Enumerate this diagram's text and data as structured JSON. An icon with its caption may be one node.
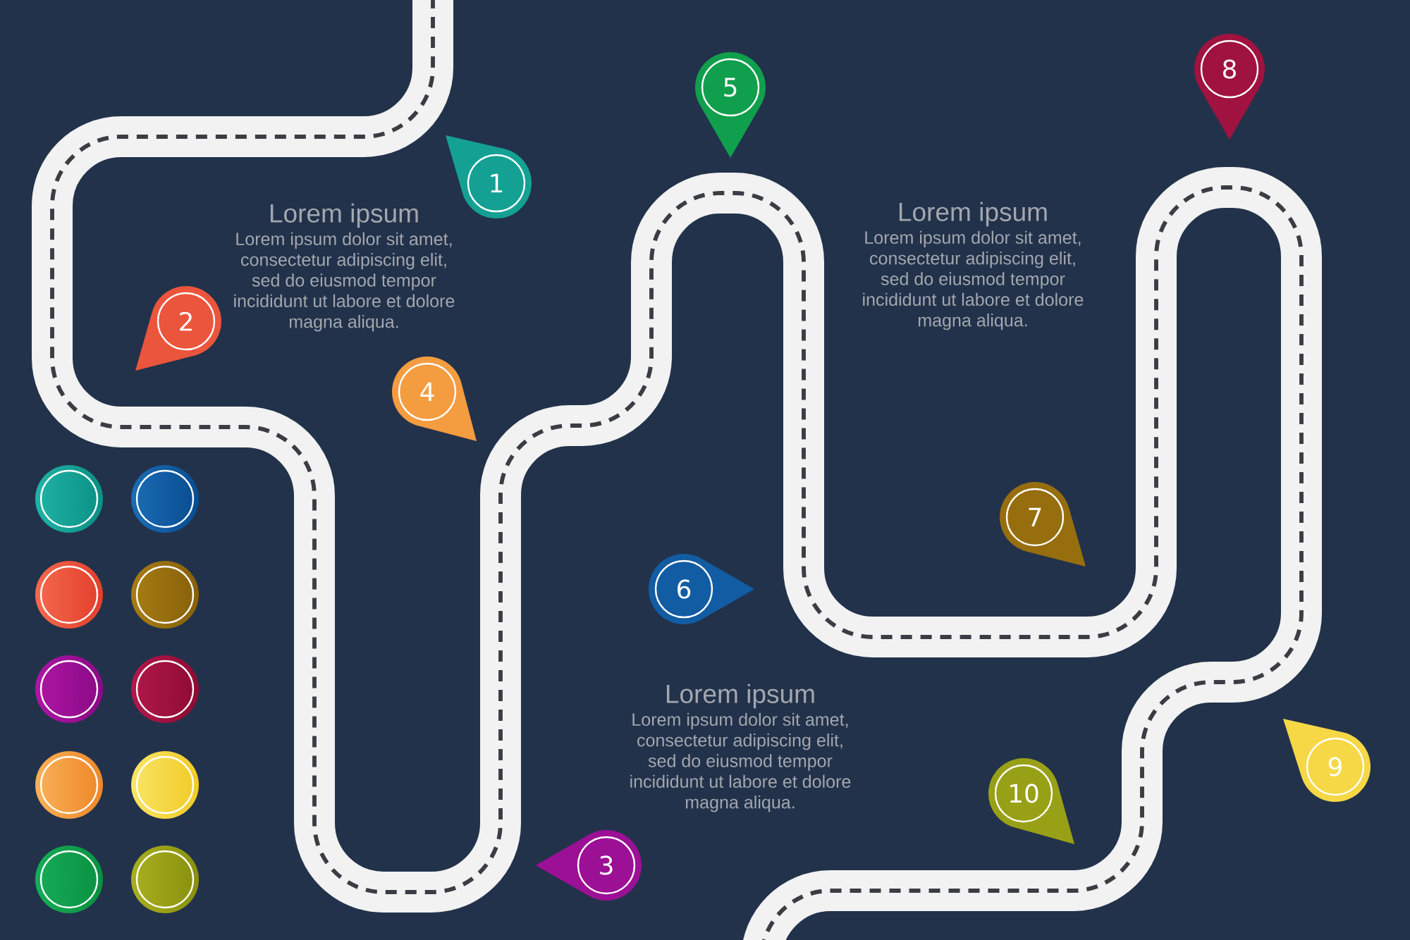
{
  "diagram": {
    "nodes": [
      {
        "text": [
          "1"
        ]
      },
      {
        "text": [
          "2"
        ]
      },
      {
        "text": [
          "3"
        ]
      },
      {
        "text": [
          "4"
        ]
      },
      {
        "text": [
          "5"
        ]
      },
      {
        "text": [
          "6"
        ]
      },
      {
        "text": [
          "7"
        ]
      },
      {
        "text": [
          "8"
        ]
      },
      {
        "text": [
          "9"
        ]
      },
      {
        "text": [
          "10"
        ]
      },
      {
        "text": [],
        "shape": "circle"
      },
      {
        "text": [],
        "shape": "circle"
      },
      {
        "text": [],
        "shape": "circle"
      },
      {
        "text": [],
        "shape": "circle"
      },
      {
        "text": [],
        "shape": "circle"
      },
      {
        "text": [],
        "shape": "circle"
      },
      {
        "text": [],
        "shape": "circle"
      },
      {
        "text": [],
        "shape": "circle"
      },
      {
        "text": [],
        "shape": "circle"
      },
      {
        "text": [],
        "shape": "circle"
      }
    ],
    "labels": [
      "Lorem ipsum",
      "Lorem ipsum dolor sit amet, consectetur adipiscing elit, sed do eiusmod tempor incididunt ut labore et dolore magna aliqua.",
      "Lorem ipsum",
      "Lorem ipsum dolor sit amet, consectetur adipiscing elit, sed do eiusmod tempor incididunt ut labore et dolore magna aliqua.",
      "Lorem ipsum",
      "Lorem ipsum dolor sit amet, consectetur adipiscing elit, sed do eiusmod tempor incididunt ut labore et dolore magna aliqua."
    ]
  }
}
